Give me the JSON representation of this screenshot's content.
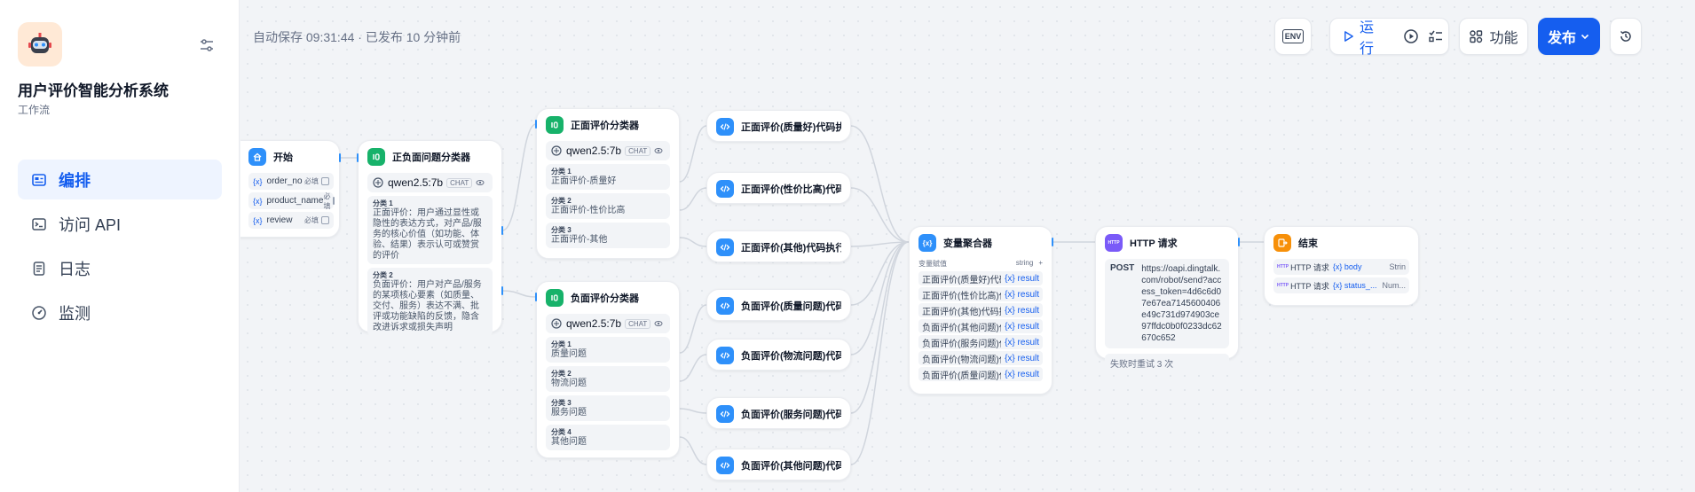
{
  "sidebar": {
    "app_name": "用户评价智能分析系统",
    "app_type": "工作流",
    "nav": [
      {
        "label": "编排",
        "active": true
      },
      {
        "label": "访问 API"
      },
      {
        "label": "日志"
      },
      {
        "label": "监测"
      }
    ]
  },
  "toolbar": {
    "autosave": "自动保存 09:31:44 · 已发布 10 分钟前",
    "env": "ENV",
    "run": "运行",
    "features": "功能",
    "publish": "发布"
  },
  "nodes": {
    "start": {
      "title": "开始",
      "vars": [
        {
          "name": "order_no",
          "req": "必填"
        },
        {
          "name": "product_name",
          "req": "必填"
        },
        {
          "name": "review",
          "req": "必填"
        }
      ]
    },
    "classifier_main": {
      "title": "正负面问题分类器",
      "model": "qwen2.5:7b",
      "chat": "CHAT",
      "classes": [
        {
          "label": "分类 1",
          "text": "正面评价：用户通过显性或隐性的表达方式，对产品/服务的核心价值（如功能、体验、结果）表示认可或赞赏的评价"
        },
        {
          "label": "分类 2",
          "text": "负面评价：用户对产品/服务的某项核心要素（如质量、交付、服务）表达不满、批评或功能缺陷的反馈，隐含改进诉求或损失声明"
        }
      ]
    },
    "classifier_pos": {
      "title": "正面评价分类器",
      "model": "qwen2.5:7b",
      "chat": "CHAT",
      "classes": [
        {
          "label": "分类 1",
          "text": "正面评价-质量好"
        },
        {
          "label": "分类 2",
          "text": "正面评价-性价比高"
        },
        {
          "label": "分类 3",
          "text": "正面评价-其他"
        }
      ]
    },
    "classifier_neg": {
      "title": "负面评价分类器",
      "model": "qwen2.5:7b",
      "chat": "CHAT",
      "classes": [
        {
          "label": "分类 1",
          "text": "质量问题"
        },
        {
          "label": "分类 2",
          "text": "物流问题"
        },
        {
          "label": "分类 3",
          "text": "服务问题"
        },
        {
          "label": "分类 4",
          "text": "其他问题"
        }
      ]
    },
    "code_nodes": [
      "正面评价(质量好)代码执行",
      "正面评价(性价比高)代码执行",
      "正面评价(其他)代码执行",
      "负面评价(质量问题)代码执行",
      "负面评价(物流问题)代码执行",
      "负面评价(服务问题)代码执行",
      "负面评价(其他问题)代码执行"
    ],
    "aggregator": {
      "title": "变量聚合器",
      "header_label": "变量赋值",
      "header_type": "string",
      "rows": [
        {
          "name": "正面评价(质量好)代码...",
          "var": "result"
        },
        {
          "name": "正面评价(性价比高)代...",
          "var": "result"
        },
        {
          "name": "正面评价(其他)代码执行",
          "var": "result"
        },
        {
          "name": "负面评价(其他问题)代...",
          "var": "result"
        },
        {
          "name": "负面评价(服务问题)代...",
          "var": "result"
        },
        {
          "name": "负面评价(物流问题)代...",
          "var": "result"
        },
        {
          "name": "负面评价(质量问题)代...",
          "var": "result"
        }
      ]
    },
    "http": {
      "title": "HTTP 请求",
      "method": "POST",
      "url": "https://oapi.dingtalk.com/robot/send?access_token=4d6c6d07e67ea7145600406e49c731d974903ce97ffdc0b0f0233dc62670c652",
      "retry": "失败时重试 3 次"
    },
    "end": {
      "title": "结束",
      "rows": [
        {
          "src": "HTTP 请求",
          "var": "body",
          "type": "Strin"
        },
        {
          "src": "HTTP 请求",
          "var": "status_...",
          "type": "Num..."
        }
      ]
    }
  },
  "colors": {
    "accent": "#155eef",
    "edge": "#d0d5dd",
    "classifier": "#17b26a",
    "code": "#2e90fa",
    "end": "#f79009"
  }
}
